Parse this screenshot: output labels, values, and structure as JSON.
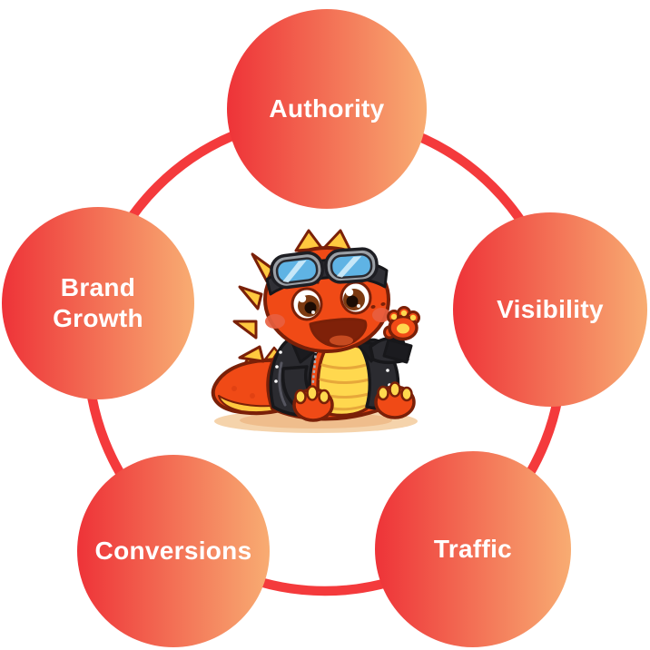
{
  "diagram": {
    "ring_color": "#F43A3C",
    "node_gradient": {
      "start": "#EE3338",
      "end": "#F8AC72"
    },
    "label_color": "#FFFFFF",
    "nodes": [
      {
        "id": "authority",
        "label": "Authority"
      },
      {
        "id": "visibility",
        "label": "Visibility"
      },
      {
        "id": "traffic",
        "label": "Traffic"
      },
      {
        "id": "conversions",
        "label": "Conversions"
      },
      {
        "id": "brand_growth",
        "label": "Brand Growth"
      }
    ],
    "mascot": {
      "description": "Cartoon red-orange baby dinosaur with yellow spikes, aviator goggles and a black leather jacket, sitting and waving"
    }
  }
}
